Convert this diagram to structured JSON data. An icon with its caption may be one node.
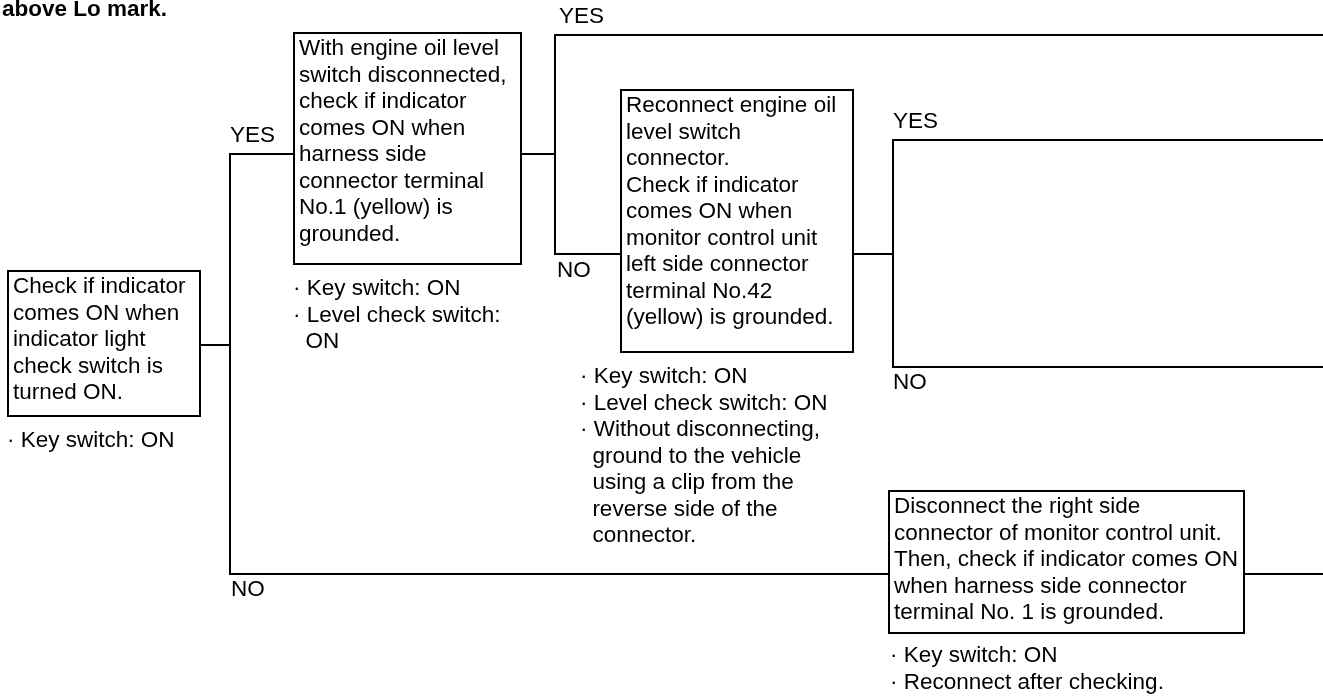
{
  "diagram": {
    "nodes": [
      {
        "text": [
          "Check if indicator comes ON when indicator light check switch is turned ON."
        ],
        "beside": [
          "· Key switch: ON"
        ]
      },
      {
        "text": [
          "With engine oil level switch disconnected, check if indicator comes ON when harness side connector terminal No.1 (yellow) is grounded."
        ],
        "beside": [
          "· Key switch: ON",
          "· Level check switch: ON"
        ]
      },
      {
        "text": [
          "Reconnect engine oil level switch connector.",
          "Check if indicator comes ON when monitor control unit left side connector terminal No.42 (yellow) is grounded."
        ],
        "beside": [
          "· Key switch: ON",
          "· Level check switch: ON",
          "· Without disconnecting, ground to the vehicle using a clip from the reverse side of the connector."
        ]
      },
      {
        "text": [
          "Disconnect the right side connector of monitor control unit. Then, check if indicator comes ON when harness side connector terminal No. 1 is grounded."
        ],
        "beside": [
          "· Key switch: ON",
          "· Reconnect after checking."
        ]
      }
    ],
    "edges": [
      {
        "from": 0,
        "to": 1,
        "arrow": "none",
        "label": "YES"
      },
      {
        "from": 0,
        "to": 3,
        "arrow": "none",
        "label": "NO"
      },
      {
        "from": 1,
        "to": null,
        "arrow": "none",
        "label": "YES"
      },
      {
        "from": 1,
        "to": 2,
        "arrow": "none",
        "label": "NO"
      },
      {
        "from": 2,
        "to": null,
        "arrow": "none",
        "label": "YES"
      },
      {
        "from": 2,
        "to": null,
        "arrow": "none",
        "label": "NO"
      },
      {
        "from": 3,
        "to": null,
        "arrow": "none"
      }
    ],
    "labels": [
      "above Lo mark."
    ]
  }
}
